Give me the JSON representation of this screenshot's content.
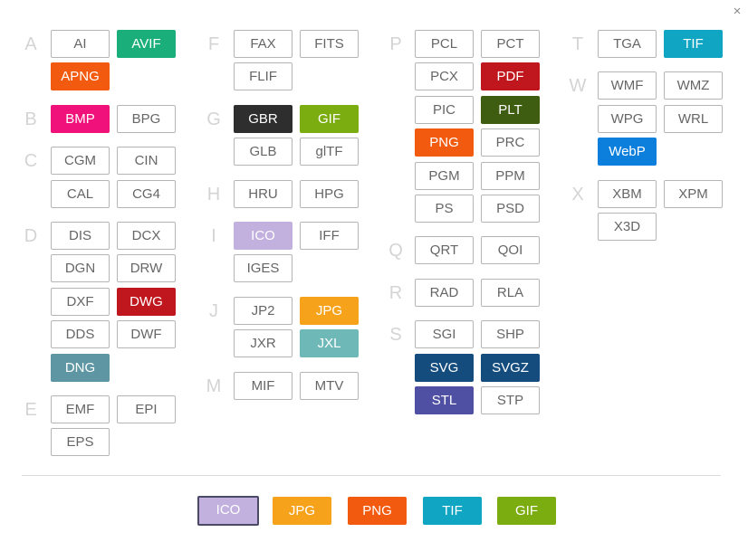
{
  "close_label": "×",
  "groups": [
    {
      "letter": "A",
      "formats": [
        {
          "label": "AI"
        },
        {
          "label": "AVIF",
          "color": "#1aae7b"
        },
        {
          "label": "APNG",
          "color": "#f25b0f"
        }
      ]
    },
    {
      "letter": "B",
      "formats": [
        {
          "label": "BMP",
          "color": "#f0127a"
        },
        {
          "label": "BPG"
        }
      ]
    },
    {
      "letter": "C",
      "formats": [
        {
          "label": "CGM"
        },
        {
          "label": "CIN"
        },
        {
          "label": "CAL"
        },
        {
          "label": "CG4"
        }
      ]
    },
    {
      "letter": "D",
      "formats": [
        {
          "label": "DIS"
        },
        {
          "label": "DCX"
        },
        {
          "label": "DGN"
        },
        {
          "label": "DRW"
        },
        {
          "label": "DXF"
        },
        {
          "label": "DWG",
          "color": "#c0161d"
        },
        {
          "label": "DDS"
        },
        {
          "label": "DWF"
        },
        {
          "label": "DNG",
          "color": "#5e97a3"
        }
      ]
    },
    {
      "letter": "E",
      "formats": [
        {
          "label": "EMF"
        },
        {
          "label": "EPI"
        },
        {
          "label": "EPS"
        }
      ]
    },
    {
      "letter": "F",
      "formats": [
        {
          "label": "FAX"
        },
        {
          "label": "FITS"
        },
        {
          "label": "FLIF"
        }
      ]
    },
    {
      "letter": "G",
      "formats": [
        {
          "label": "GBR",
          "color": "#2e2e2e"
        },
        {
          "label": "GIF",
          "color": "#7cad10"
        },
        {
          "label": "GLB"
        },
        {
          "label": "glTF"
        }
      ]
    },
    {
      "letter": "H",
      "formats": [
        {
          "label": "HRU"
        },
        {
          "label": "HPG"
        }
      ]
    },
    {
      "letter": "I",
      "formats": [
        {
          "label": "ICO",
          "color": "#c2b0de"
        },
        {
          "label": "IFF"
        },
        {
          "label": "IGES"
        }
      ]
    },
    {
      "letter": "J",
      "formats": [
        {
          "label": "JP2"
        },
        {
          "label": "JPG",
          "color": "#f7a21b"
        },
        {
          "label": "JXR"
        },
        {
          "label": "JXL",
          "color": "#6fb8b8"
        }
      ]
    },
    {
      "letter": "M",
      "formats": [
        {
          "label": "MIF"
        },
        {
          "label": "MTV"
        }
      ]
    },
    {
      "letter": "P",
      "formats": [
        {
          "label": "PCL"
        },
        {
          "label": "PCT"
        },
        {
          "label": "PCX"
        },
        {
          "label": "PDF",
          "color": "#c0161d"
        },
        {
          "label": "PIC"
        },
        {
          "label": "PLT",
          "color": "#3e5d10"
        },
        {
          "label": "PNG",
          "color": "#f25b0f"
        },
        {
          "label": "PRC"
        },
        {
          "label": "PGM"
        },
        {
          "label": "PPM"
        },
        {
          "label": "PS"
        },
        {
          "label": "PSD"
        }
      ]
    },
    {
      "letter": "Q",
      "formats": [
        {
          "label": "QRT"
        },
        {
          "label": "QOI"
        }
      ]
    },
    {
      "letter": "R",
      "formats": [
        {
          "label": "RAD"
        },
        {
          "label": "RLA"
        }
      ]
    },
    {
      "letter": "S",
      "formats": [
        {
          "label": "SGI"
        },
        {
          "label": "SHP"
        },
        {
          "label": "SVG",
          "color": "#154c7e"
        },
        {
          "label": "SVGZ",
          "color": "#154c7e"
        },
        {
          "label": "STL",
          "color": "#4f4fa3"
        },
        {
          "label": "STP"
        }
      ]
    },
    {
      "letter": "T",
      "formats": [
        {
          "label": "TGA"
        },
        {
          "label": "TIF",
          "color": "#0fa5c3"
        }
      ]
    },
    {
      "letter": "W",
      "formats": [
        {
          "label": "WMF"
        },
        {
          "label": "WMZ"
        },
        {
          "label": "WPG"
        },
        {
          "label": "WRL"
        },
        {
          "label": "WebP",
          "color": "#0c7fdd"
        }
      ]
    },
    {
      "letter": "X",
      "formats": [
        {
          "label": "XBM"
        },
        {
          "label": "XPM"
        },
        {
          "label": "X3D"
        }
      ]
    }
  ],
  "recent": [
    {
      "label": "ICO",
      "color": "#c2b0de",
      "selected": true
    },
    {
      "label": "JPG",
      "color": "#f7a21b"
    },
    {
      "label": "PNG",
      "color": "#f25b0f"
    },
    {
      "label": "TIF",
      "color": "#0fa5c3"
    },
    {
      "label": "GIF",
      "color": "#7cad10"
    }
  ]
}
